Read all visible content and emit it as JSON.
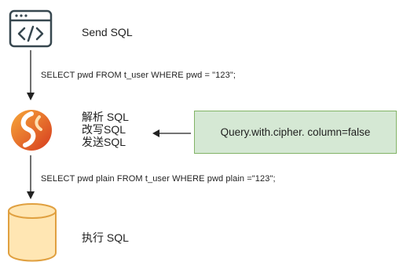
{
  "client": {
    "label": "Send SQL",
    "icon": "code-window-icon"
  },
  "request_sql": "SELECT pwd FROM t_user WHERE pwd = \"123\";",
  "middleware": {
    "icon": "shardingsphere-logo-icon",
    "steps": [
      "解析 SQL",
      "改写SQL",
      "发送SQL"
    ]
  },
  "config": {
    "text": "Query.with.cipher. column=false"
  },
  "rewritten_sql": "SELECT pwd plain FROM t_user WHERE pwd plain =\"123\";",
  "database": {
    "label": "执行 SQL",
    "icon": "database-cylinder-icon"
  },
  "colors": {
    "config_fill": "#d5e8d4",
    "config_border": "#82b366",
    "database_fill": "#ffe6b3",
    "database_border": "#e0a040",
    "logo_orange": "#f08a24",
    "logo_red": "#d63b1f"
  }
}
